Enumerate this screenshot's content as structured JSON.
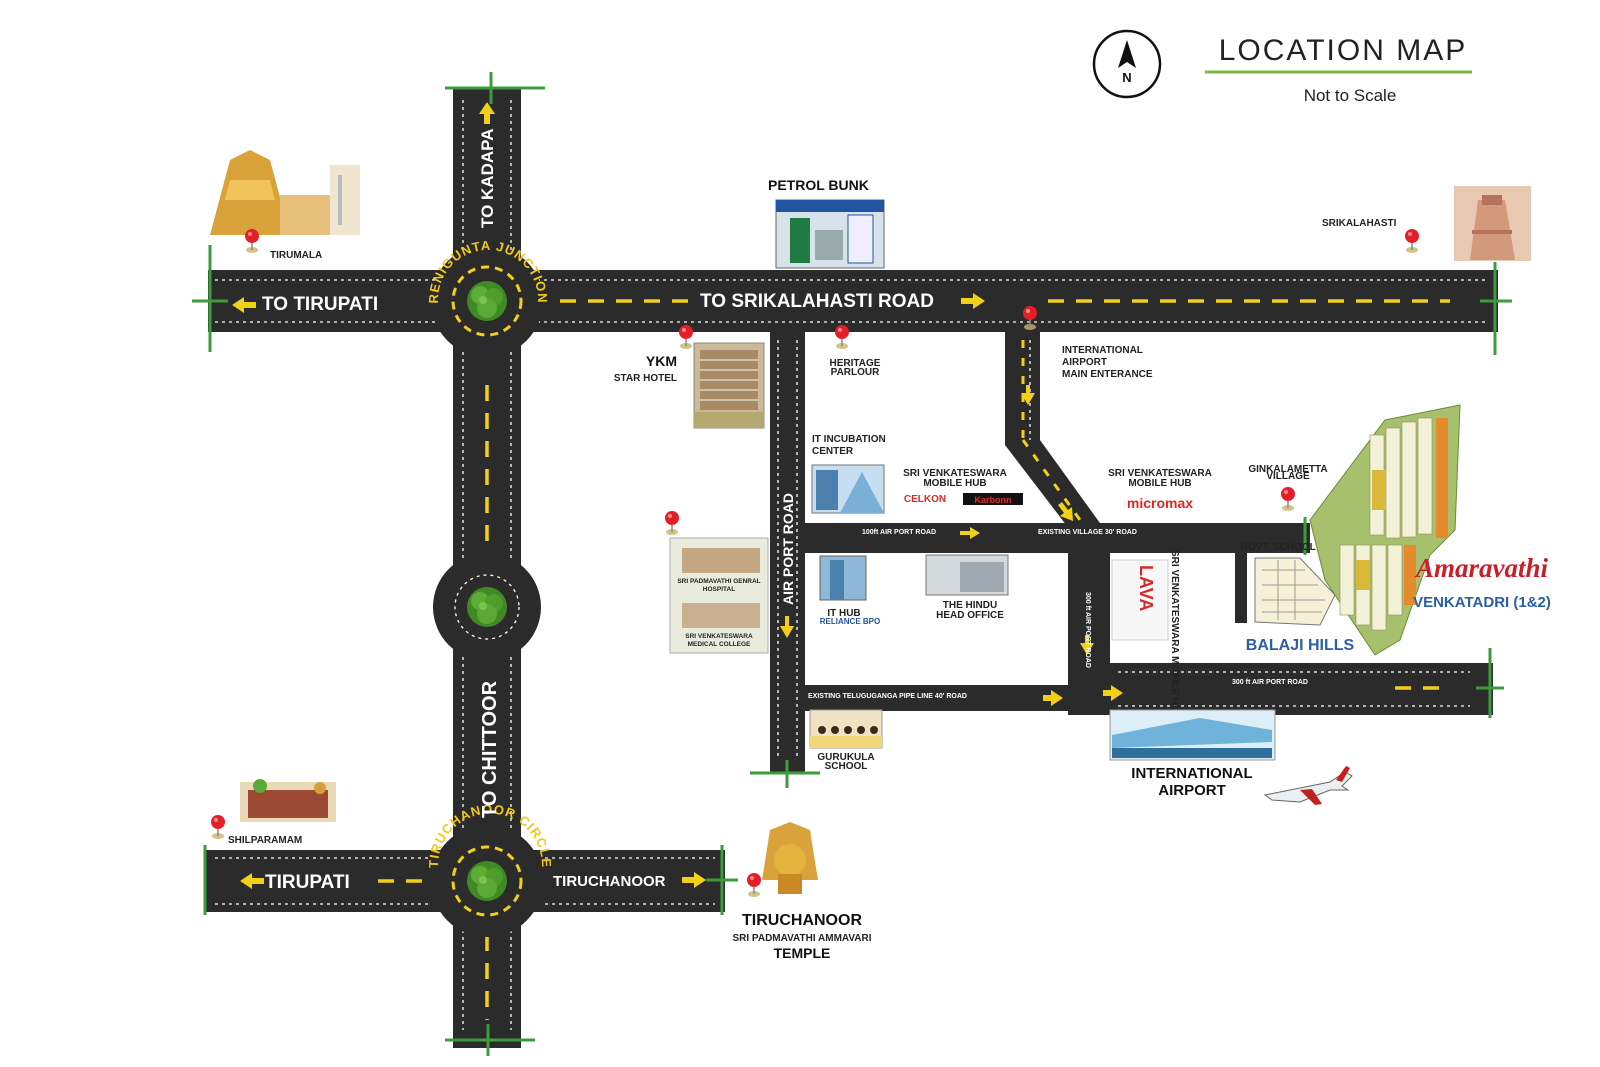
{
  "header": {
    "title": "LOCATION MAP",
    "subtitle": "Not to Scale",
    "compass_letter": "N",
    "accent_color": "#7bb843"
  },
  "colors": {
    "road": "#2b2b2c",
    "road_mark": "#f2d01a",
    "pin": "#e3202a",
    "tree": "#4c9a2a",
    "circle_text": "#f4c81b",
    "amaravathi": "#c8202a",
    "venkatadri": "#2b5ea8",
    "balaji": "#2b5ea8"
  },
  "roads": {
    "to_tirupati_top": "TO TIRUPATI",
    "to_srikalahasti": "TO SRIKALAHASTI ROAD",
    "to_kadapa": "TO KADAPA",
    "to_chittoor": "TO CHITTOOR",
    "air_port_road": "AIR PORT ROAD",
    "tirupati_bottom": "TIRUPATI",
    "tiruchanoor": "TIRUCHANOOR",
    "air_port_100ft": "100ft AIR PORT ROAD",
    "existing_village": "EXISTING VILLAGE 30' ROAD",
    "air_port_300ft_vertical": "300 ft AIR PORT ROAD",
    "air_port_300ft": "300 ft AIR PORT ROAD",
    "telugu_ganga": "EXISTING TELUGUGANGA PIPE LINE 40' ROAD"
  },
  "circles": {
    "renigunta": "RENIGUNTA JUNCTION",
    "tiruchanoor": "TIRUCHANOOR CIRCLE"
  },
  "landmarks": {
    "tirumala": "TIRUMALA",
    "petrol_bunk": "PETROL BUNK",
    "srikalahasti": "SRIKALAHASTI",
    "ykm_1": "YKM",
    "ykm_2": "STAR HOTEL",
    "heritage_1": "HERITAGE",
    "heritage_2": "PARLOUR",
    "intl_entrance_1": "INTERNATIONAL",
    "intl_entrance_2": "AIRPORT",
    "intl_entrance_3": "MAIN ENTERANCE",
    "it_incubation_1": "IT INCUBATION",
    "it_incubation_2": "CENTER",
    "svmh_1_a": "SRI VENKATESWARA",
    "svmh_1_b": "MOBILE HUB",
    "svmh_2_a": "SRI VENKATESWARA",
    "svmh_2_b": "MOBILE HUB",
    "celkon": "CELKON",
    "karbonn": "Karbonn",
    "micromax": "micromax",
    "ginkalametta_1": "GINKALAMETTA",
    "ginkalametta_2": "VILLAGE",
    "hospital": "SRI PADMAVATHI GENRAL HOSPITAL",
    "medical_college": "SRI VENKATESWARA MEDICAL COLLEGE",
    "it_hub": "IT HUB",
    "reliance": "RELIANCE BPO",
    "hindu_1": "THE HINDU",
    "hindu_2": "HEAD OFFICE",
    "lava": "LAVA",
    "svmh_vertical": "SRI VENKATESWARA MOBILE HUB",
    "govt_school": "GOVT. SCHOOL",
    "balaji_hills": "BALAJI HILLS",
    "amaravathi": "Amaravathi",
    "venkatadri": "VENKATADRI (1&2)",
    "gurukula_1": "GURUKULA",
    "gurukula_2": "SCHOOL",
    "airport_1": "INTERNATIONAL",
    "airport_2": "AIRPORT",
    "shilparamam": "SHILPARAMAM",
    "tiruchanoor_temple_1": "TIRUCHANOOR",
    "tiruchanoor_temple_2": "SRI PADMAVATHI AMMAVARI",
    "tiruchanoor_temple_3": "TEMPLE"
  }
}
